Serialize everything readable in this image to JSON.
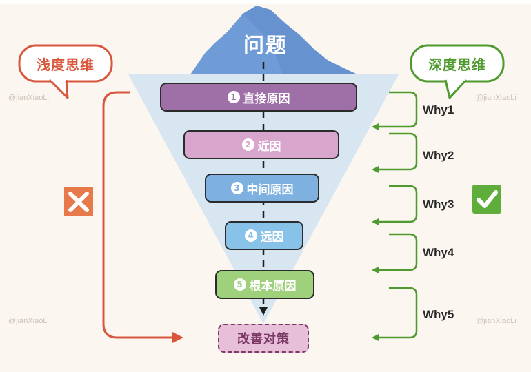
{
  "diagram": {
    "problem_label": "问题",
    "shallow_thinking_label": "浅度思维",
    "deep_thinking_label": "深度思维",
    "layers": [
      {
        "number": "1",
        "label": "直接原因",
        "color": "#9f6fa7"
      },
      {
        "number": "2",
        "label": "近因",
        "color": "#d8a5cc"
      },
      {
        "number": "3",
        "label": "中间原因",
        "color": "#7fb1e0"
      },
      {
        "number": "4",
        "label": "远因",
        "color": "#89c2e8"
      },
      {
        "number": "5",
        "label": "根本原因",
        "color": "#9fd17c"
      }
    ],
    "solution_label": "改善对策",
    "whys": [
      "Why1",
      "Why2",
      "Why3",
      "Why4",
      "Why5"
    ],
    "watermark": "@jianXiaoLi",
    "shallow_mark_icon": "cross-icon",
    "deep_mark_icon": "check-icon",
    "colors": {
      "shallow": "#d8573c",
      "deep": "#4f9a2f",
      "iceberg_tip": "#6f9bd6",
      "iceberg_body": "#d7e6f1",
      "background": "#fbf6ef"
    }
  }
}
